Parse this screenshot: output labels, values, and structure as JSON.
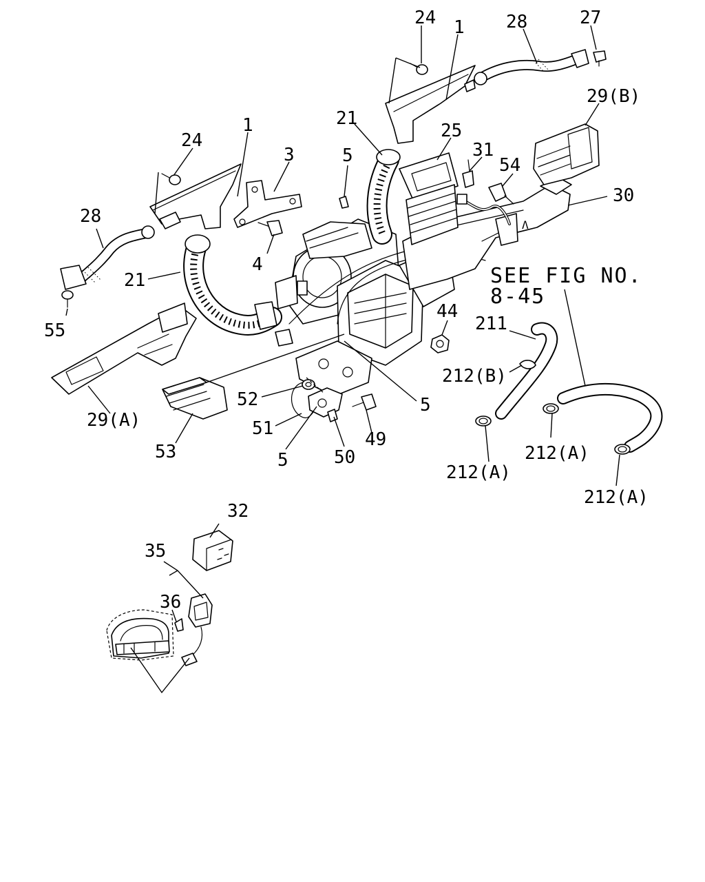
{
  "labels": [
    {
      "id": "l24a",
      "text": "24"
    },
    {
      "id": "l1a",
      "text": "1"
    },
    {
      "id": "l28a",
      "text": "28"
    },
    {
      "id": "l27",
      "text": "27"
    },
    {
      "id": "l29b",
      "text": "29(B)"
    },
    {
      "id": "l21a",
      "text": "21"
    },
    {
      "id": "l25",
      "text": "25"
    },
    {
      "id": "l31",
      "text": "31"
    },
    {
      "id": "l54",
      "text": "54"
    },
    {
      "id": "l30",
      "text": "30"
    },
    {
      "id": "l1b",
      "text": "1"
    },
    {
      "id": "l24b",
      "text": "24"
    },
    {
      "id": "l3",
      "text": "3"
    },
    {
      "id": "l5a",
      "text": "5"
    },
    {
      "id": "l28b",
      "text": "28"
    },
    {
      "id": "l4",
      "text": "4"
    },
    {
      "id": "l21b",
      "text": "21"
    },
    {
      "id": "l55",
      "text": "55"
    },
    {
      "id": "l44",
      "text": "44"
    },
    {
      "id": "l211",
      "text": "211"
    },
    {
      "id": "l212b",
      "text": "212(B)"
    },
    {
      "id": "l29a",
      "text": "29(A)"
    },
    {
      "id": "l52",
      "text": "52"
    },
    {
      "id": "l5b",
      "text": "5"
    },
    {
      "id": "l51",
      "text": "51"
    },
    {
      "id": "l49",
      "text": "49"
    },
    {
      "id": "l53",
      "text": "53"
    },
    {
      "id": "l5c",
      "text": "5"
    },
    {
      "id": "l50",
      "text": "50"
    },
    {
      "id": "l212a1",
      "text": "212(A)"
    },
    {
      "id": "l212a2",
      "text": "212(A)"
    },
    {
      "id": "l212a3",
      "text": "212(A)"
    },
    {
      "id": "l32",
      "text": "32"
    },
    {
      "id": "l35",
      "text": "35"
    },
    {
      "id": "l36",
      "text": "36"
    }
  ],
  "reference": {
    "line1": "SEE FIG NO.",
    "line2": "8-45"
  }
}
